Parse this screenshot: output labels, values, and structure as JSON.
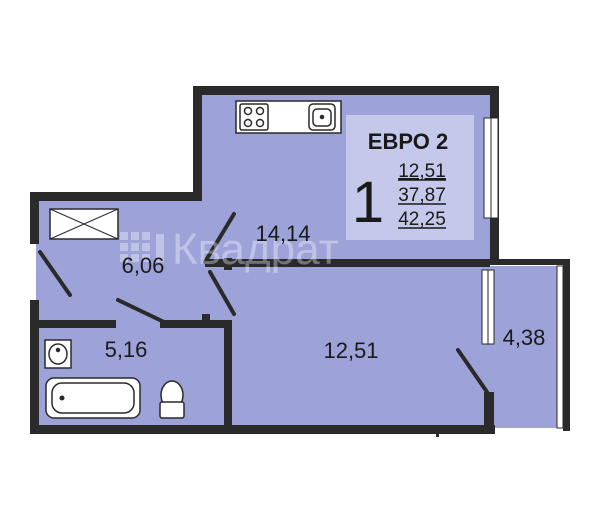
{
  "apartment": {
    "type_label": "ЕВРО 2",
    "rooms_count": "1",
    "living_area": "12,51",
    "total_area_no_balcony": "37,87",
    "total_area": "42,25"
  },
  "rooms": {
    "kitchen_living": "14,14",
    "hallway": "6,06",
    "bathroom": "5,16",
    "bedroom": "12,51",
    "balcony": "4,38"
  },
  "watermark": "Квадрат",
  "colors": {
    "room_fill": "#9da3d8",
    "info_box": "#c4c8ea",
    "wall": "#2a2a2a",
    "window": "#ffffff"
  }
}
